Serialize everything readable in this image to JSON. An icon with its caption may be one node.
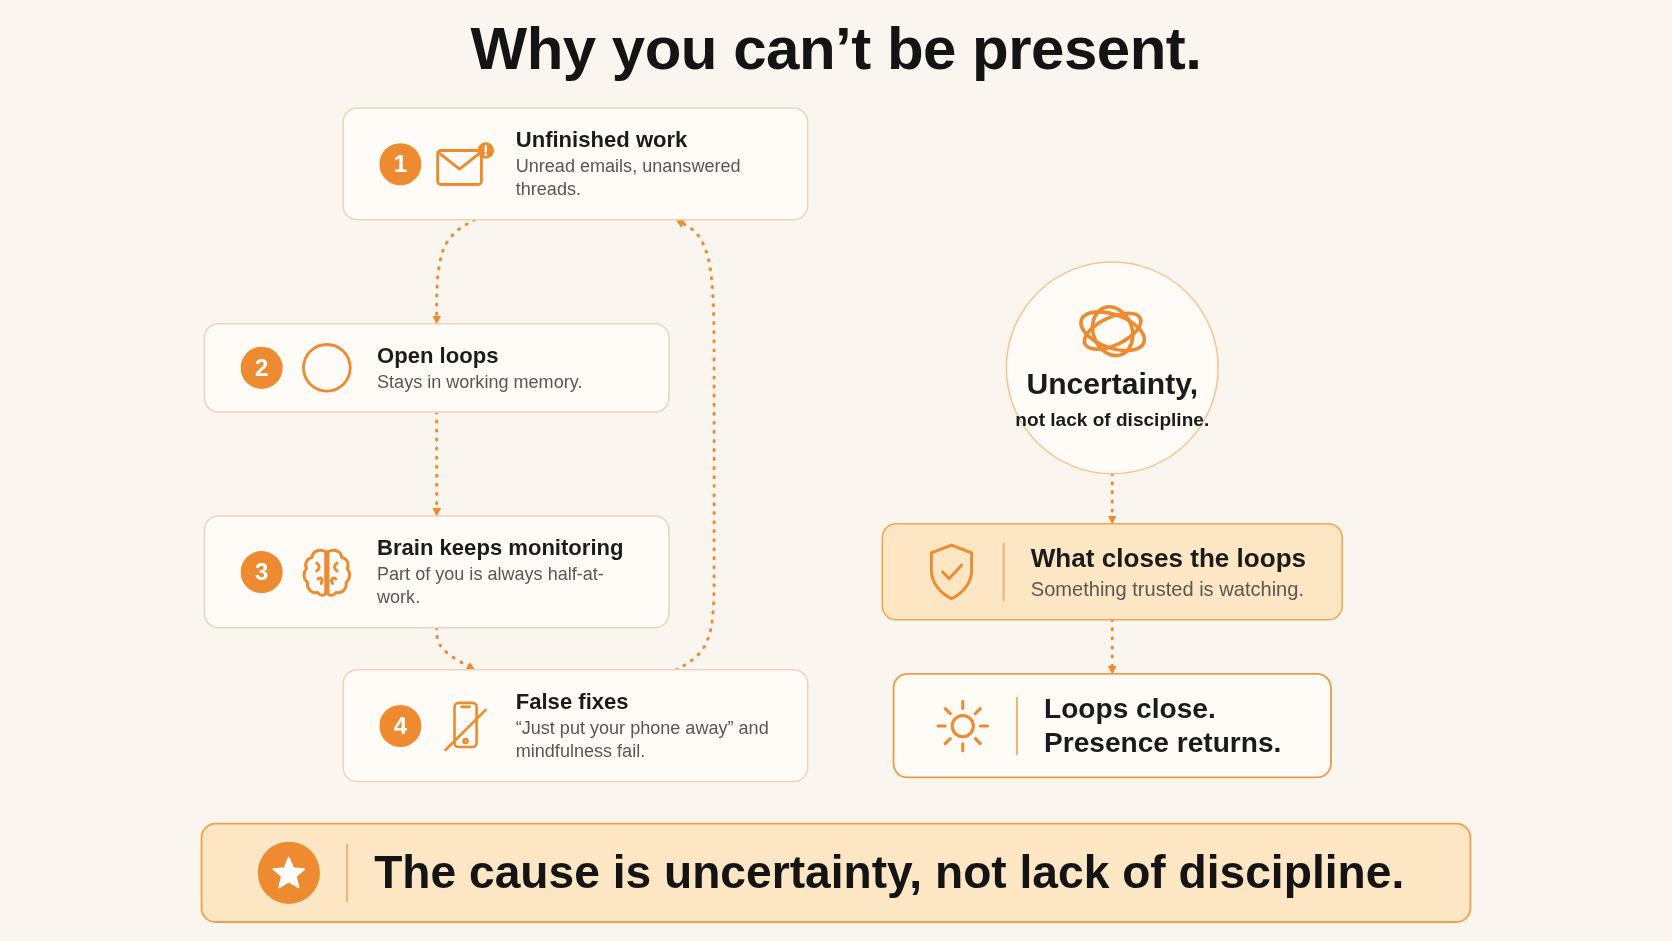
{
  "diagram": {
    "title": "Why you can’t be present.",
    "nodes": [
      {
        "text": [
          "1",
          "Unfinished work",
          "Unread emails, unanswered threads."
        ]
      },
      {
        "text": [
          "2",
          "Open loops",
          "Stays in working memory."
        ]
      },
      {
        "text": [
          "3",
          "Brain keeps monitoring",
          "Part of you is always half-at-work."
        ]
      },
      {
        "text": [
          "4",
          "False fixes",
          "“Just put your phone away” and mindfulness fail."
        ]
      },
      {
        "text": [
          "Uncertainty,",
          "not lack of discipline."
        ]
      },
      {
        "text": [
          "What closes the loops",
          "Something trusted is watching."
        ]
      },
      {
        "text": [
          "Loops close. Presence returns."
        ]
      },
      {
        "text": [
          "The cause is uncertainty, not lack of discipline."
        ]
      }
    ],
    "edges": [
      {
        "from": 0,
        "to": 1,
        "arrow": "to",
        "style": "dashed"
      },
      {
        "from": 1,
        "to": 2,
        "arrow": "to",
        "style": "dashed"
      },
      {
        "from": 2,
        "to": 3,
        "arrow": "to",
        "style": "dashed"
      },
      {
        "from": 3,
        "to": 0,
        "arrow": "to",
        "style": "dashed"
      },
      {
        "from": 4,
        "to": 5,
        "arrow": "to",
        "style": "dashed"
      },
      {
        "from": 5,
        "to": 6,
        "arrow": "to",
        "style": "dashed"
      }
    ]
  }
}
